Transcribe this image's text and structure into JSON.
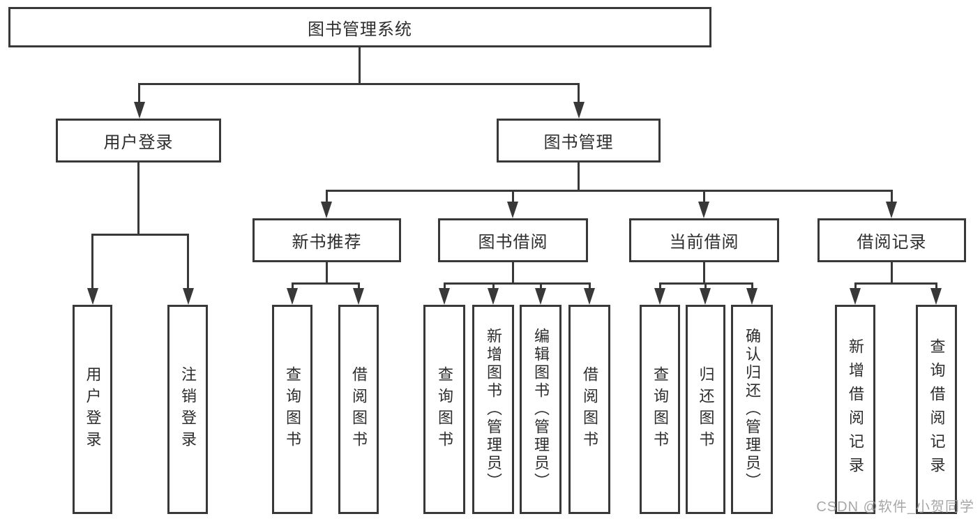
{
  "diagram": {
    "root": {
      "label": "图书管理系统"
    },
    "level2": {
      "user_login": {
        "label": "用户登录"
      },
      "book_mgmt": {
        "label": "图书管理"
      }
    },
    "level3": {
      "new_book": {
        "label": "新书推荐"
      },
      "book_borrow": {
        "label": "图书借阅"
      },
      "current_borrow": {
        "label": "当前借阅"
      },
      "borrow_record": {
        "label": "借阅记录"
      }
    },
    "leaves": {
      "user_login": [
        "用户登录",
        "注销登录"
      ],
      "new_book": [
        "查询图书",
        "借阅图书"
      ],
      "book_borrow": [
        "查询图书",
        "新增图书（管理员）",
        "编辑图书（管理员）",
        "借阅图书"
      ],
      "current_borrow": [
        "查询图书",
        "归还图书",
        "确认归还（管理员）"
      ],
      "borrow_record": [
        "新增借阅记录",
        "查询借阅记录"
      ]
    }
  },
  "watermark": {
    "text": "CSDN @软件_小贺同学"
  },
  "colors": {
    "line": "#383838",
    "text": "#2d2d2d",
    "background": "#ffffff",
    "watermark": "#9e9e9e"
  }
}
